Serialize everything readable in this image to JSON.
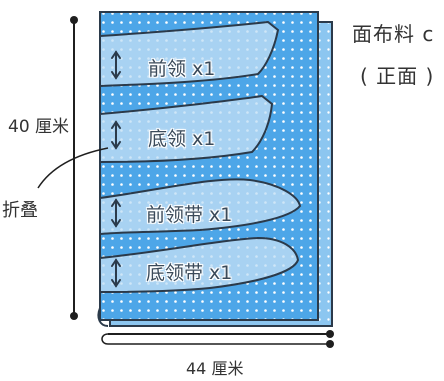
{
  "fabric": {
    "name": "面布料 c",
    "side": "( 正面 )",
    "fill_color": "#4da6e8",
    "dot_color": "#ffffff"
  },
  "dimensions": {
    "height": "40 厘米",
    "width": "44 厘米"
  },
  "fold": {
    "label": "折叠"
  },
  "pieces": [
    {
      "label": "前领 x1",
      "grain": "↕"
    },
    {
      "label": "底领 x1",
      "grain": "↕"
    },
    {
      "label": "前领带 x1",
      "grain": "↕"
    },
    {
      "label": "底领带 x1",
      "grain": "↕"
    }
  ]
}
